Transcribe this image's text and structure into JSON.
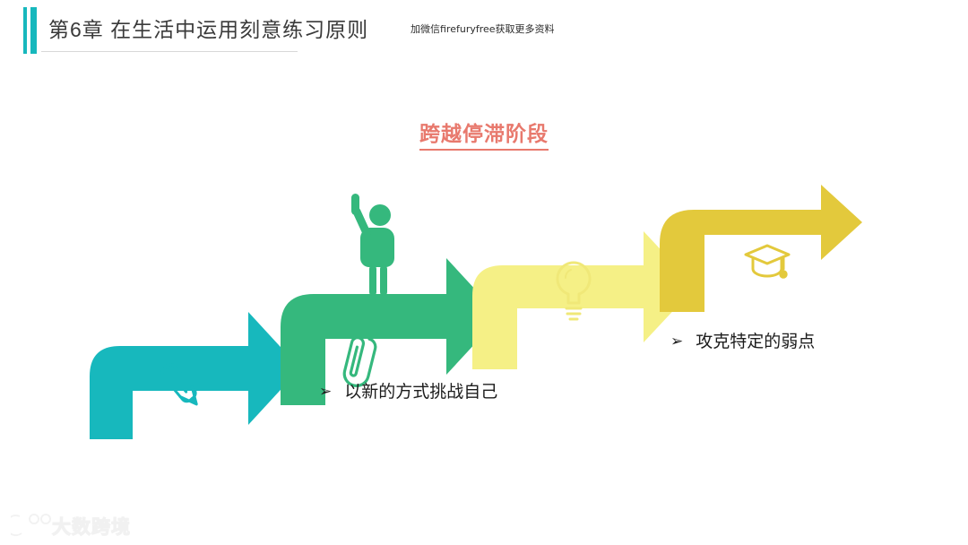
{
  "slide": {
    "background_color": "#FFFFFF",
    "header": {
      "accent_color": "#17B8BD",
      "chapter_title": "第6章   在生活中运用刻意练习原则",
      "watermark_note": "加微信firefuryfree获取更多资料"
    },
    "section_title": {
      "text": "跨越停滞阶段",
      "color": "#E8796D"
    },
    "diagram": {
      "type": "staircase-arrow-process",
      "steps": [
        {
          "order": 1,
          "color": "#17B8BD",
          "color_name": "teal",
          "icon": "pencil-icon",
          "caption": ""
        },
        {
          "order": 2,
          "color": "#35B87D",
          "color_name": "green",
          "icon": "paperclip-icon",
          "figure": "person-raising-hand-icon",
          "caption": "以新的方式挑战自己",
          "bullet": "➢"
        },
        {
          "order": 3,
          "color": "#F5F086",
          "color_name": "light-yellow",
          "icon": "lightbulb-icon",
          "caption": ""
        },
        {
          "order": 4,
          "color": "#E3C93C",
          "color_name": "gold",
          "icon": "graduation-cap-icon",
          "caption": "攻克特定的弱点",
          "bullet": "➢"
        }
      ]
    },
    "footer": {
      "logo_text": "大数跨境"
    }
  }
}
